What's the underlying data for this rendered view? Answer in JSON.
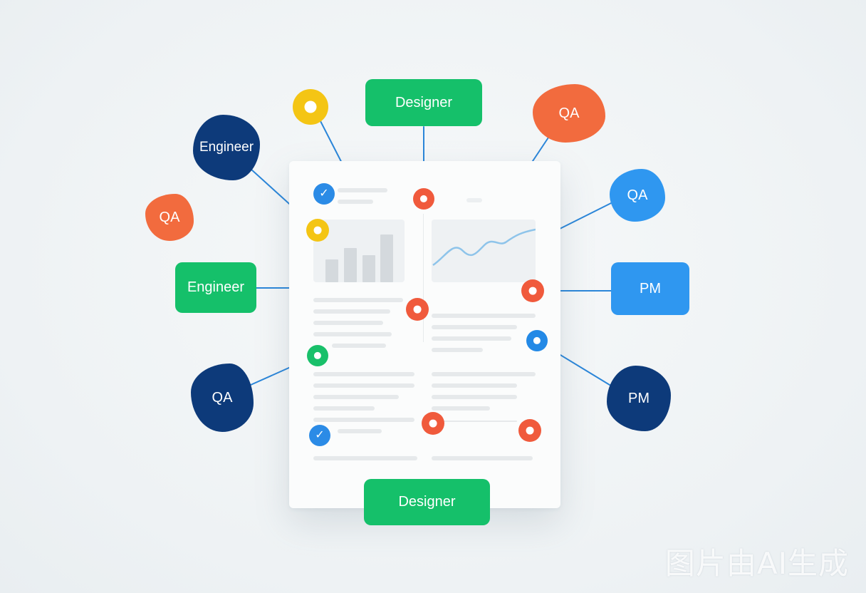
{
  "tags": {
    "designer_top": "Designer",
    "designer_bottom": "Designer",
    "qa_top_right": "QA",
    "qa_right": "QA",
    "qa_left": "QA",
    "qa_bottom_left": "QA",
    "engineer_top_left": "Engineer",
    "engineer_left": "Engineer",
    "pm_right": "PM",
    "pm_bottom_right": "PM"
  },
  "watermark": "图片由AI生成",
  "colors": {
    "green": "#15c06a",
    "blue": "#2f97f0",
    "navy": "#0d3a7a",
    "orange": "#f26b3e",
    "yellow": "#f4c514",
    "red": "#f05a3c",
    "connector": "#2b86d9"
  }
}
